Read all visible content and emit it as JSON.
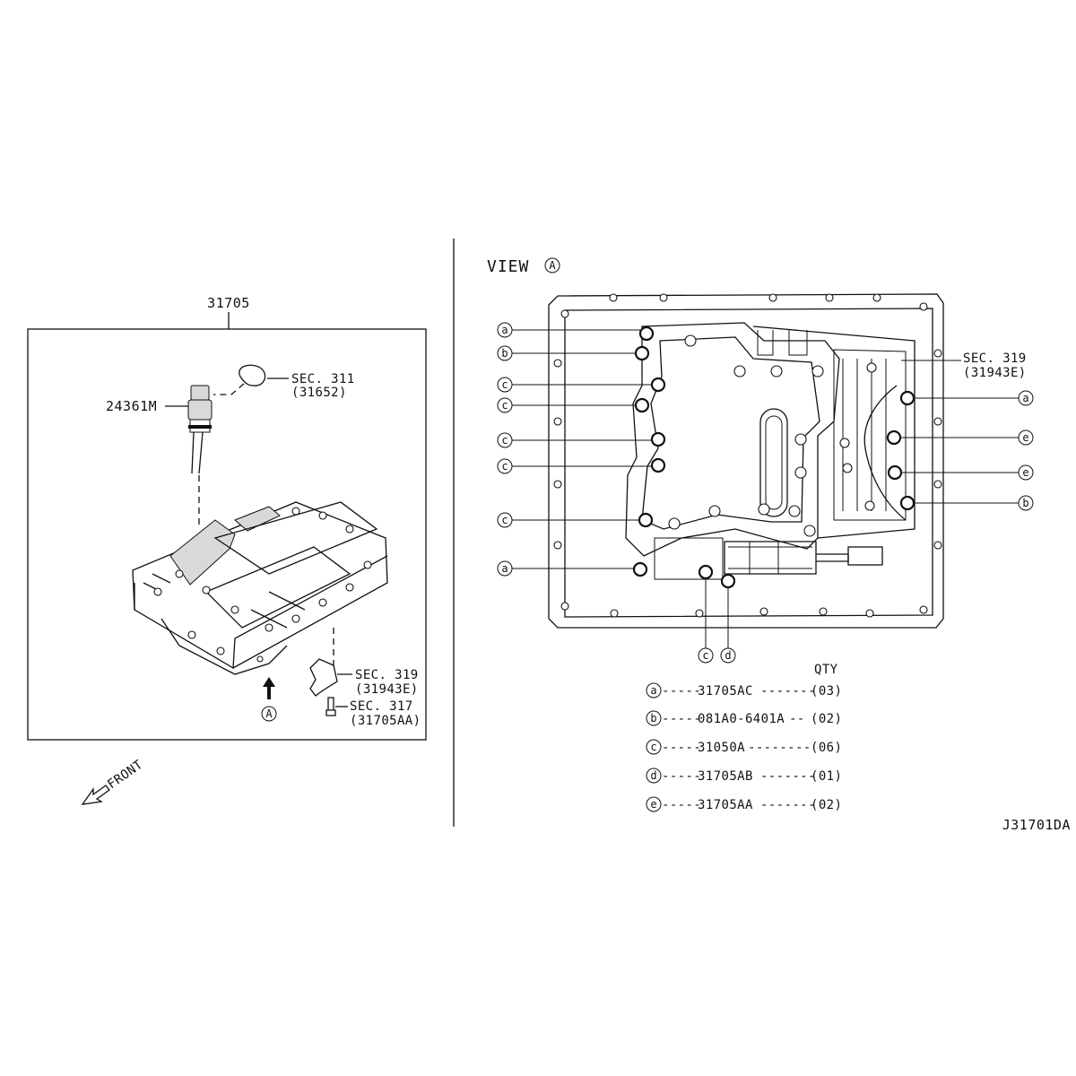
{
  "left_panel": {
    "assembly_part_no": "31705",
    "sensor_part_no": "24361M",
    "sec311_label": "SEC. 311",
    "sec311_ref": "(31652)",
    "sec319_label": "SEC. 319",
    "sec319_ref": "(31943E)",
    "sec317_label": "SEC. 317",
    "sec317_ref": "(31705AA)",
    "view_marker": "A",
    "front_label": "FRONT"
  },
  "right_panel": {
    "view_title": "VIEW",
    "view_marker": "A",
    "sec319_label": "SEC. 319",
    "sec319_ref": "(31943E)",
    "callouts_left": [
      "a",
      "b",
      "c",
      "c",
      "c",
      "c",
      "c",
      "a"
    ],
    "callouts_right": [
      "a",
      "e",
      "e",
      "b"
    ],
    "callouts_bottom": [
      "c",
      "d"
    ]
  },
  "legend": {
    "qty_header": "QTY",
    "rows": [
      {
        "key": "a",
        "part": "31705AC",
        "leader": "-------",
        "qty": "(03)"
      },
      {
        "key": "b",
        "part": "081A0-6401A",
        "leader": "--",
        "qty": "(02)"
      },
      {
        "key": "c",
        "part": "31050A",
        "leader": "--------",
        "qty": "(06)"
      },
      {
        "key": "d",
        "part": "31705AB",
        "leader": "-------",
        "qty": "(01)"
      },
      {
        "key": "e",
        "part": "31705AA",
        "leader": "-------",
        "qty": "(02)"
      }
    ]
  },
  "diagram_id": "J31701DA"
}
